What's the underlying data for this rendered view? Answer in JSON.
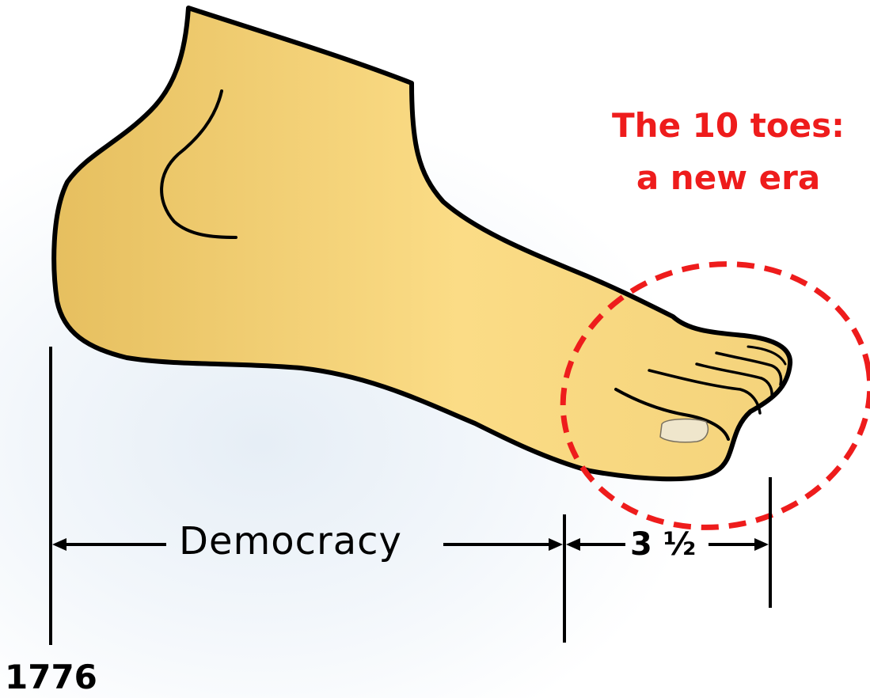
{
  "annotation": {
    "title_line1": "The 10 toes:",
    "title_line2": "a new era",
    "color": "#ee1c1c"
  },
  "timeline": {
    "start_year": "1776",
    "span1_label": "Democracy",
    "span2_label": "3 ½"
  },
  "colors": {
    "foot_fill_light": "#f8dc85",
    "foot_fill_dark": "#dfb95a",
    "outline": "#000000",
    "toenail": "#efe6cc"
  }
}
